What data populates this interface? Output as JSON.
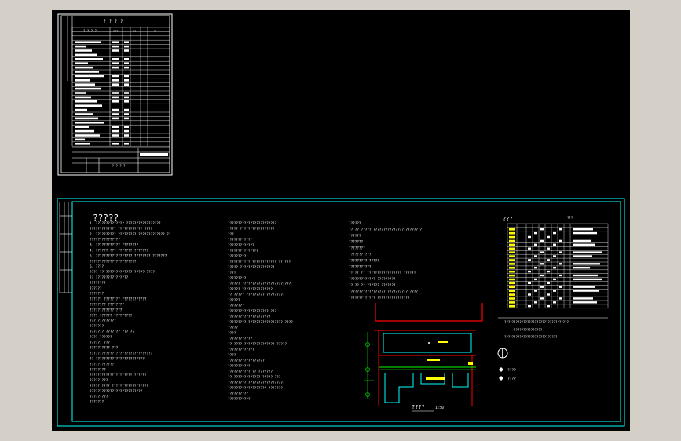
{
  "viewport": {
    "name": "cad-model-space"
  },
  "colors": {
    "background": "#000000",
    "frame": "#ffffff",
    "inner_frame": "#00ffff",
    "text": "#ffffff",
    "highlight": "#ffff00",
    "red": "#ff0000",
    "green": "#00ff00"
  },
  "sheet1": {
    "title": "? ? ? ?",
    "col_heads": [
      "? ? ? ?",
      "????",
      "??",
      "?"
    ],
    "footer_label": "? ? ? ?"
  },
  "sheet2": {
    "title": "?????",
    "column1": [
      "1. ??????????????  ?????????????????",
      "   ????????????? ????????????  ????",
      "2. ??????????  ????????? ?????????????  ??",
      "   ???????????????",
      "3. ????????????  ????????",
      "4. ??????  ???  ??????? ???????",
      "5. ??????????????????  ????????  ???????",
      "   ???????????????????????",
      "6. ????",
      "   ???? ?? ?????????????  ?????  ????",
      "   ?? ????????????????",
      "      ????????",
      "      ??????",
      "      ???????",
      "      ?????? ????????  ????????????",
      "         ???????? ????????",
      "      ????????????????",
      "      ???? ?????? ?????????",
      "      ??? ?????????",
      "      ???????",
      "      ??????? ??????? ???  ??",
      "      ???? ??????",
      "      ??????  ???",
      "      ??????????    ???",
      "      ????????????  ??????????????????",
      "   ?? ????????????????????????",
      "      ????????????",
      "      ????????",
      "      ?????????????????????   ??????",
      "      ?????  ???",
      "   ?????  ????  ??????????????????",
      "      ??????????????????????????",
      "      ?????????",
      "      ???????"
    ],
    "column2": [
      "????????????????????????",
      "?????  ?????????????????",
      "???",
      "????????????",
      "?????????????",
      "???????????????",
      "?????????",
      "???????????  ???????????? ?? ???",
      "?????  ?????????????????",
      "????",
      "?????????",
      "??????  ????????????????????????",
      "??????  ???????????????",
      "?? ?????  ?????????  ?????????",
      "??????",
      "????????",
      "????????????????????  ???",
      "?????????????????????",
      "?????????  ?????????????????  ????",
      "?????",
      "????",
      "????????????",
      "?? ????  ???????????????    ?????",
      "?????????????",
      "????",
      "??????????????????",
      "???????????",
      "??????????? ??  ???????",
      "?? ?????????????  ?????  ???",
      "?????????  ??????????????????",
      "???????????????????  ???????",
      "??????????",
      "???????????"
    ],
    "column3": [
      "??????",
      "?? ?? ????? ????????????????????????",
      "??????",
      "???????",
      "????????",
      "???????????",
      "?????????  ?????",
      "???????????",
      "?? ?? ?? ?????????????????  ??????",
      "?????????????  ?????????",
      "?? ?? ?? ??????  ???????",
      "??????????????????  ??????????  ????",
      "?????????????  ????????????????"
    ],
    "plan_label": "????",
    "plan_scale": "1:50",
    "plan_north_label": "N",
    "legend_title": "???",
    "legend_small_title": "???",
    "legend_notes": [
      "??????????????????????????????????",
      "???????????????",
      "????????????????????????????"
    ],
    "legend_symbols": [
      {
        "icon": "diamond",
        "label": "????"
      },
      {
        "icon": "diamond",
        "label": "????"
      }
    ]
  }
}
